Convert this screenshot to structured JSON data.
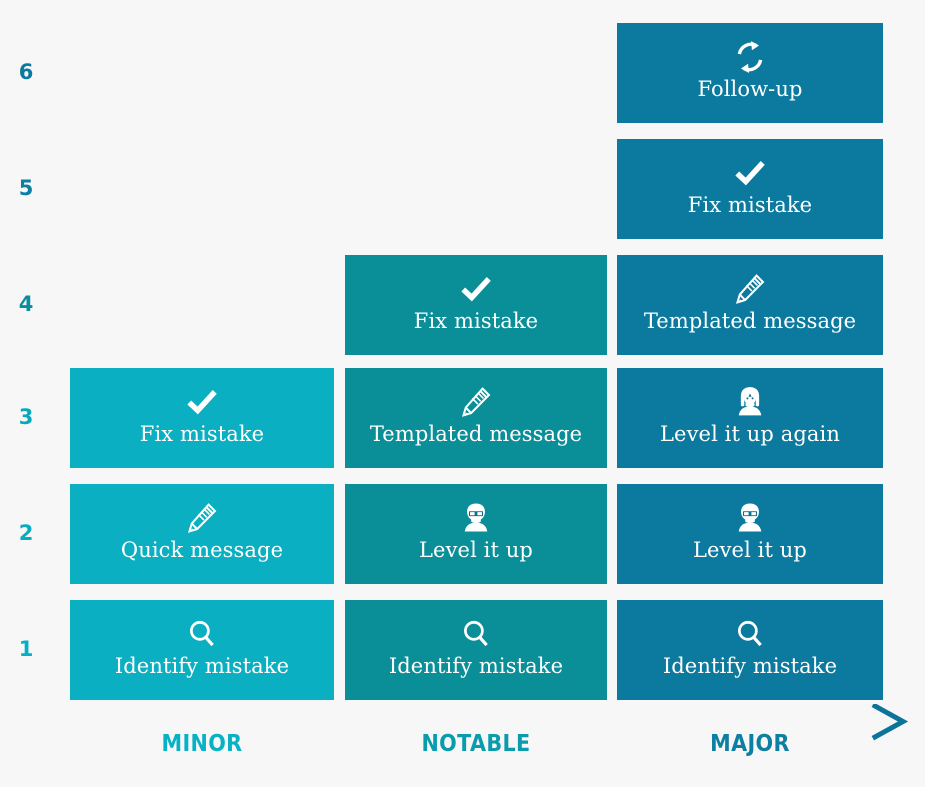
{
  "chart_data": {
    "type": "heatmap",
    "title": "",
    "xlabel": "",
    "ylabel": "",
    "categories": [
      "MINOR",
      "NOTABLE",
      "MAJOR"
    ],
    "y_ticks": [
      "1",
      "2",
      "3",
      "4",
      "5",
      "6"
    ],
    "ylim": [
      1,
      6
    ],
    "grid": false,
    "legend": "none",
    "series": [
      {
        "name": "MINOR",
        "color": "#0aafc1",
        "steps": [
          "Identify mistake",
          "Quick message",
          "Fix mistake"
        ],
        "values": [
          1,
          2,
          3
        ]
      },
      {
        "name": "NOTABLE",
        "color": "#0a8f98",
        "steps": [
          "Identify mistake",
          "Level it up",
          "Templated message",
          "Fix mistake"
        ],
        "values": [
          1,
          2,
          3,
          4
        ]
      },
      {
        "name": "MAJOR",
        "color": "#0c7a9e",
        "steps": [
          "Identify mistake",
          "Level it up",
          "Level it up again",
          "Templated message",
          "Fix mistake",
          "Follow-up"
        ],
        "values": [
          1,
          2,
          3,
          4,
          5,
          6
        ]
      }
    ]
  },
  "y_axis": {
    "ticks": [
      {
        "label": "6",
        "color": "#0c7a9e"
      },
      {
        "label": "5",
        "color": "#0c7fa3"
      },
      {
        "label": "4",
        "color": "#0b8da0"
      },
      {
        "label": "3",
        "color": "#07a8bb"
      },
      {
        "label": "2",
        "color": "#06adc0"
      },
      {
        "label": "1",
        "color": "#03b0c6"
      }
    ]
  },
  "x_axis": {
    "labels": [
      {
        "text": "MINOR",
        "color": "#06b2c4"
      },
      {
        "text": "NOTABLE",
        "color": "#0a9bac"
      },
      {
        "text": "MAJOR",
        "color": "#0d7fa3"
      }
    ],
    "arrow_gradient_start": "#8ad9e3",
    "arrow_gradient_end": "#0c7399"
  },
  "cells": [
    {
      "col": 0,
      "row": 1,
      "label": "Identify mistake",
      "icon": "search-icon",
      "color": "#0aafc1"
    },
    {
      "col": 0,
      "row": 2,
      "label": "Quick message",
      "icon": "pencil-icon",
      "color": "#0aafc1"
    },
    {
      "col": 0,
      "row": 3,
      "label": "Fix mistake",
      "icon": "check-icon",
      "color": "#0aafc1"
    },
    {
      "col": 1,
      "row": 1,
      "label": "Identify mistake",
      "icon": "search-icon",
      "color": "#0a8f98"
    },
    {
      "col": 1,
      "row": 2,
      "label": "Level it up",
      "icon": "person-glasses-icon",
      "color": "#0a8f98"
    },
    {
      "col": 1,
      "row": 3,
      "label": "Templated message",
      "icon": "pencil-icon",
      "color": "#0a8f98"
    },
    {
      "col": 1,
      "row": 4,
      "label": "Fix mistake",
      "icon": "check-icon",
      "color": "#0a8f98"
    },
    {
      "col": 2,
      "row": 1,
      "label": "Identify mistake",
      "icon": "search-icon",
      "color": "#0c7a9e"
    },
    {
      "col": 2,
      "row": 2,
      "label": "Level it up",
      "icon": "person-glasses-icon",
      "color": "#0c7a9e"
    },
    {
      "col": 2,
      "row": 3,
      "label": "Level it up again",
      "icon": "person-longhair-icon",
      "color": "#0c7a9e"
    },
    {
      "col": 2,
      "row": 4,
      "label": "Templated message",
      "icon": "pencil-icon",
      "color": "#0c7a9e"
    },
    {
      "col": 2,
      "row": 5,
      "label": "Fix mistake",
      "icon": "check-icon",
      "color": "#0c7a9e"
    },
    {
      "col": 2,
      "row": 6,
      "label": "Follow-up",
      "icon": "refresh-icon",
      "color": "#0c7a9e"
    }
  ]
}
